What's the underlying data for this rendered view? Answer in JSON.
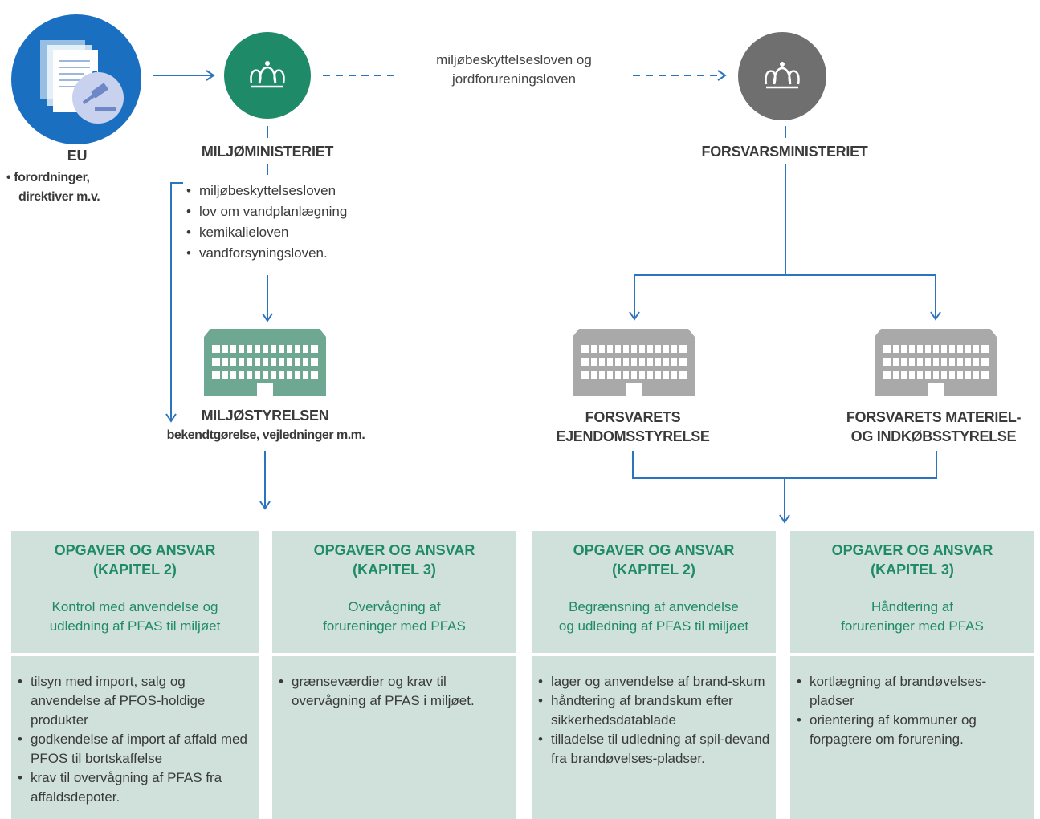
{
  "eu": {
    "title": "EU",
    "items": [
      "forordninger,",
      "direktiver m.v."
    ]
  },
  "miljoministeriet": {
    "title": "MILJØMINISTERIET",
    "laws": [
      "miljøbeskyttelsesloven",
      "lov om vandplanlægning",
      "kemikalieloven",
      "vandforsyningsloven."
    ]
  },
  "between_laws": {
    "line1": "miljøbeskyttelsesloven og",
    "line2": "jordforureningsloven"
  },
  "forsvarsministeriet": {
    "title": "FORSVARSMINISTERIET"
  },
  "miljostyrelsen": {
    "title": "MILJØSTYRELSEN",
    "subtitle": "bekendtgørelse, vejledninger m.m."
  },
  "forsvarets_ejendom": {
    "line1": "FORSVARETS",
    "line2": "EJENDOMSSTYRELSE"
  },
  "forsvarets_materiel": {
    "line1": "FORSVARETS MATERIEL-",
    "line2": "OG INDKØBSSTYRELSE"
  },
  "boxes": [
    {
      "title1": "OPGAVER OG ANSVAR",
      "title2": "(KAPITEL 2)",
      "sub1": "Kontrol med anvendelse og",
      "sub2": "udledning af PFAS til miljøet",
      "items": [
        "tilsyn med import, salg og anvendelse af PFOS-holdige produkter",
        "godkendelse af import af affald med PFOS til bortskaffelse",
        "krav til overvågning af PFAS fra affaldsdepoter."
      ]
    },
    {
      "title1": "OPGAVER OG ANSVAR",
      "title2": "(KAPITEL 3)",
      "sub1": "Overvågning af",
      "sub2": "forureninger med PFAS",
      "items": [
        "grænseværdier og krav til overvågning af PFAS i miljøet."
      ]
    },
    {
      "title1": "OPGAVER OG ANSVAR",
      "title2": "(KAPITEL 2)",
      "sub1": "Begrænsning af anvendelse",
      "sub2": "og udledning af PFAS til miljøet",
      "items": [
        "lager og anvendelse af brand-skum",
        "håndtering af brandskum efter sikkerhedsdatablade",
        "tilladelse til udledning af spil-devand fra brandøvelses-pladser."
      ]
    },
    {
      "title1": "OPGAVER OG ANSVAR",
      "title2": "(KAPITEL 3)",
      "sub1": "Håndtering af",
      "sub2": "forureninger med PFAS",
      "items": [
        "kortlægning af brandøvelses-pladser",
        "orientering af kommuner og forpagtere om forurening."
      ]
    }
  ],
  "colors": {
    "eu_blue": "#1a6fc0",
    "green": "#1f8a68",
    "grey": "#6f6f6f",
    "building_green": "#6fa892",
    "building_grey": "#a9a9a9",
    "box_bg": "#cfe1da",
    "arrow": "#2c74bd"
  },
  "icons": {
    "eu": "legal-documents-icon",
    "ministry": "crown-icon",
    "agency": "building-icon"
  }
}
